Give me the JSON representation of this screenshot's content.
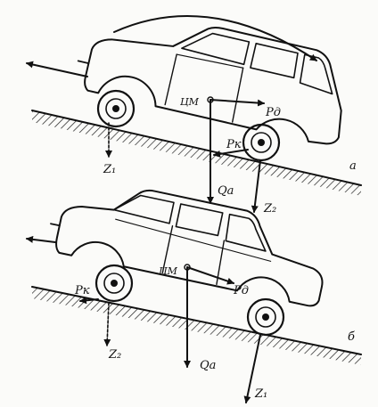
{
  "panel_a": {
    "cm": "ЦМ",
    "pd": "Pд",
    "pk": "Pк",
    "z1": "Z₁",
    "z2": "Z₂",
    "qa": "Qa",
    "letter": "а"
  },
  "panel_b": {
    "cm": "ЦМ",
    "pd": "Pд",
    "pk": "Pк",
    "z1": "Z₁",
    "z2": "Z₂",
    "qa": "Qa",
    "letter": "б"
  }
}
